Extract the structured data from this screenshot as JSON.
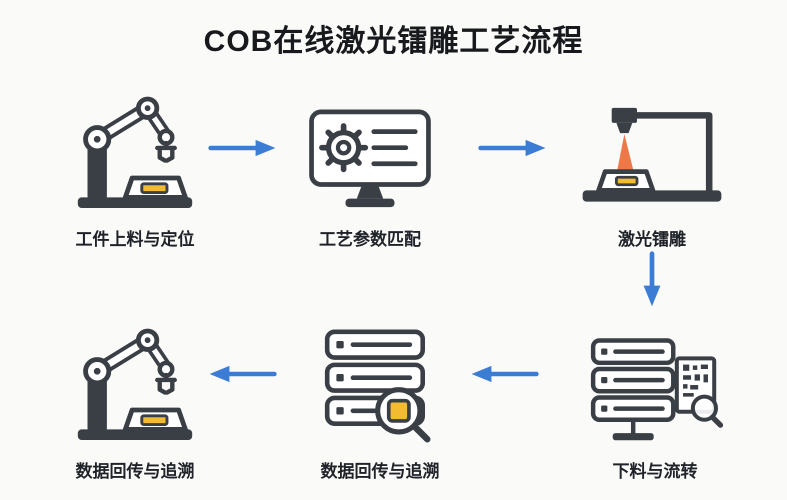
{
  "title": "COB在线激光镭雕工艺流程",
  "colors": {
    "arrow": "#3b7cd5",
    "outline": "#3a3f46",
    "accent": "#f2bb30",
    "beam": "#ef7848",
    "bg": "#fafaf8"
  },
  "steps": [
    {
      "label": "工件上料与定位",
      "icon": "robot-arm"
    },
    {
      "label": "工艺参数匹配",
      "icon": "monitor-gear"
    },
    {
      "label": "激光镭雕",
      "icon": "laser-marker"
    },
    {
      "label": "下料与流转",
      "icon": "server-document"
    },
    {
      "label": "数据回传与追溯",
      "icon": "server-magnifier"
    },
    {
      "label": "数据回传与追溯",
      "icon": "robot-arm"
    }
  ],
  "arrows": [
    {
      "between": [
        1,
        2
      ],
      "direction": "right"
    },
    {
      "between": [
        2,
        3
      ],
      "direction": "right"
    },
    {
      "between": [
        3,
        4
      ],
      "direction": "down"
    },
    {
      "between": [
        4,
        5
      ],
      "direction": "left"
    },
    {
      "between": [
        5,
        6
      ],
      "direction": "left"
    }
  ]
}
